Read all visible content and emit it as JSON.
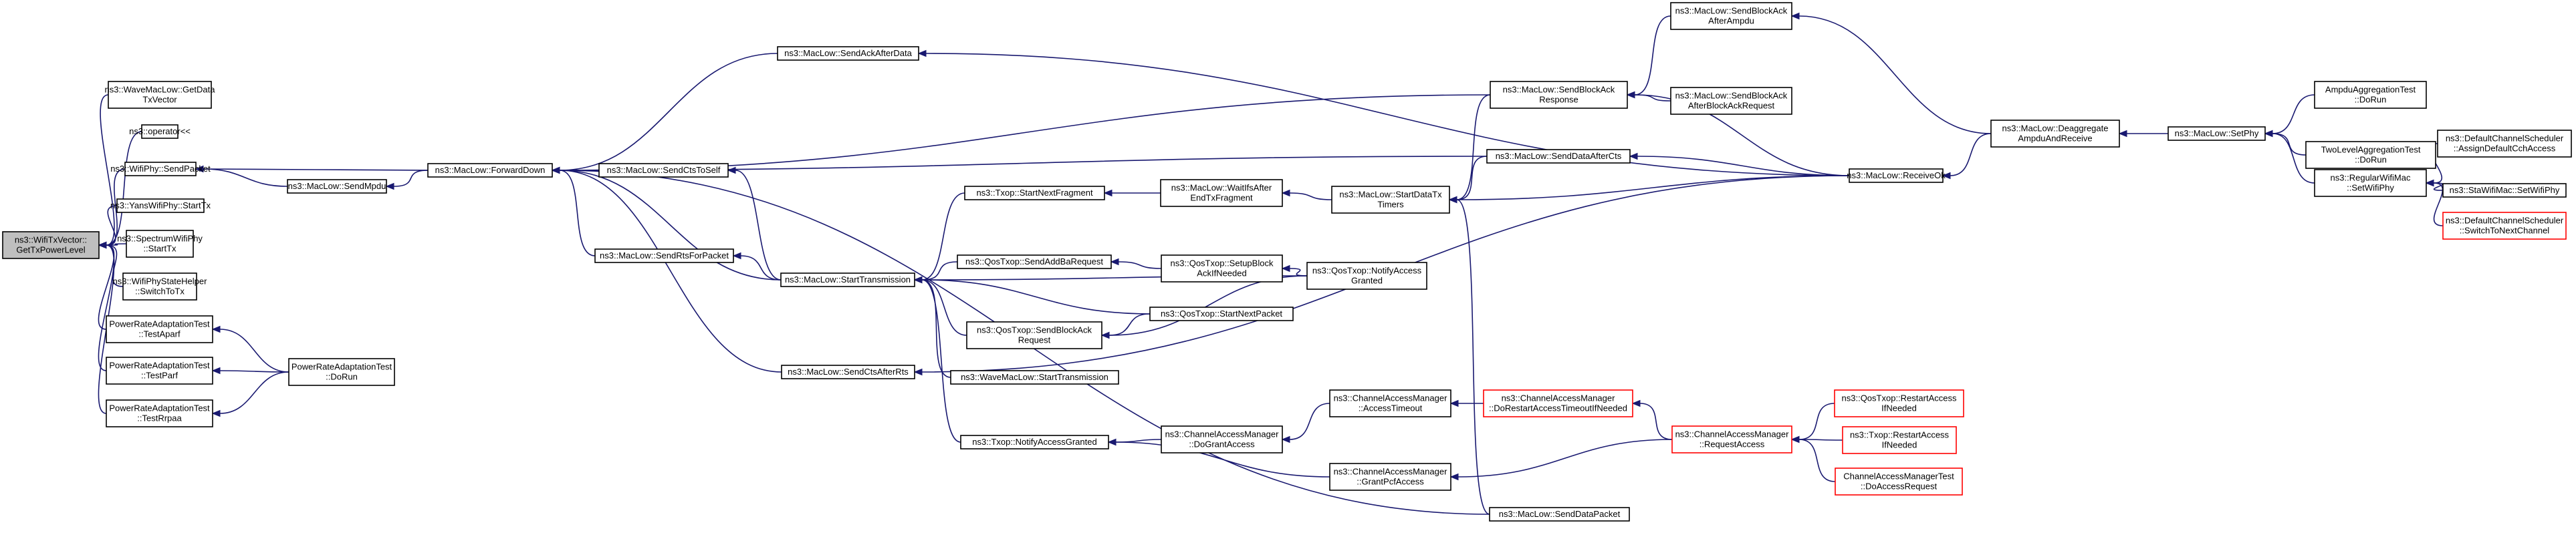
{
  "colors": {
    "edge": "#191970",
    "node_border": "#000000",
    "node_border_truncated": "#ff0000",
    "node_fill": "#ffffff",
    "root_fill": "#bfbfbf"
  },
  "nodes": [
    {
      "id": "root",
      "lines": [
        "ns3::WifiTxVector::",
        "GetTxPowerLevel"
      ],
      "root": true
    },
    {
      "id": "wave_getdata",
      "lines": [
        "ns3::WaveMacLow::GetData",
        "TxVector"
      ]
    },
    {
      "id": "operator",
      "lines": [
        "ns3::operator<<"
      ]
    },
    {
      "id": "wifiphy_sendpacket",
      "lines": [
        "ns3::WifiPhy::SendPacket"
      ]
    },
    {
      "id": "yans_starttx",
      "lines": [
        "ns3::YansWifiPhy::StartTx"
      ]
    },
    {
      "id": "spectrum_starttx",
      "lines": [
        "ns3::SpectrumWifiPhy",
        "::StartTx"
      ]
    },
    {
      "id": "state_switchtotx",
      "lines": [
        "ns3::WifiPhyStateHelper",
        "::SwitchToTx"
      ]
    },
    {
      "id": "pra_testaparf",
      "lines": [
        "PowerRateAdaptationTest",
        "::TestAparf"
      ]
    },
    {
      "id": "pra_testparf",
      "lines": [
        "PowerRateAdaptationTest",
        "::TestParf"
      ]
    },
    {
      "id": "pra_testrrpaa",
      "lines": [
        "PowerRateAdaptationTest",
        "::TestRrpaa"
      ]
    },
    {
      "id": "pra_dorun",
      "lines": [
        "PowerRateAdaptationTest",
        "::DoRun"
      ]
    },
    {
      "id": "maclow_sendmpdu",
      "lines": [
        "ns3::MacLow::SendMpdu"
      ]
    },
    {
      "id": "maclow_forwarddown",
      "lines": [
        "ns3::MacLow::ForwardDown"
      ]
    },
    {
      "id": "maclow_sendackafterdata",
      "lines": [
        "ns3::MacLow::SendAckAfterData"
      ]
    },
    {
      "id": "maclow_sendctstoself",
      "lines": [
        "ns3::MacLow::SendCtsToSelf"
      ]
    },
    {
      "id": "maclow_sendrtsforpacket",
      "lines": [
        "ns3::MacLow::SendRtsForPacket"
      ]
    },
    {
      "id": "maclow_starttransmission",
      "lines": [
        "ns3::MacLow::StartTransmission"
      ]
    },
    {
      "id": "maclow_sendctsafterrts",
      "lines": [
        "ns3::MacLow::SendCtsAfterRts"
      ]
    },
    {
      "id": "txop_startnextfragment",
      "lines": [
        "ns3::Txop::StartNextFragment"
      ]
    },
    {
      "id": "qostxop_sendaddbarequest",
      "lines": [
        "ns3::QosTxop::SendAddBaRequest"
      ]
    },
    {
      "id": "qostxop_sendblockackrequest",
      "lines": [
        "ns3::QosTxop::SendBlockAck",
        "Request"
      ]
    },
    {
      "id": "wavemaclow_starttransmission",
      "lines": [
        "ns3::WaveMacLow::StartTransmission"
      ]
    },
    {
      "id": "txop_notifyaccessgranted",
      "lines": [
        "ns3::Txop::NotifyAccessGranted"
      ]
    },
    {
      "id": "maclow_waitifsafterendtxfragment",
      "lines": [
        "ns3::MacLow::WaitIfsAfter",
        "EndTxFragment"
      ]
    },
    {
      "id": "qostxop_setupblockackifneeded",
      "lines": [
        "ns3::QosTxop::SetupBlock",
        "AckIfNeeded"
      ]
    },
    {
      "id": "qostxop_startnextpacket",
      "lines": [
        "ns3::QosTxop::StartNextPacket"
      ]
    },
    {
      "id": "qostxop_notifyaccessgranted",
      "lines": [
        "ns3::QosTxop::NotifyAccess",
        "Granted"
      ]
    },
    {
      "id": "cam_dograntaccess",
      "lines": [
        "ns3::ChannelAccessManager",
        "::DoGrantAccess"
      ]
    },
    {
      "id": "cam_accesstimeout",
      "lines": [
        "ns3::ChannelAccessManager",
        "::AccessTimeout"
      ]
    },
    {
      "id": "cam_grantpcfaccess",
      "lines": [
        "ns3::ChannelAccessManager",
        "::GrantPcfAccess"
      ]
    },
    {
      "id": "maclow_sendblockackafterampdu",
      "lines": [
        "ns3::MacLow::SendBlockAck",
        "AfterAmpdu"
      ]
    },
    {
      "id": "maclow_sendblockackresponse",
      "lines": [
        "ns3::MacLow::SendBlockAck",
        "Response"
      ]
    },
    {
      "id": "maclow_senddataafterrts",
      "lines": [
        "ns3::MacLow::SendDataAfterCts"
      ]
    },
    {
      "id": "maclow_startdatatxtimers",
      "lines": [
        "ns3::MacLow::StartDataTx",
        "Timers"
      ]
    },
    {
      "id": "maclow_senddatapacket",
      "lines": [
        "ns3::MacLow::SendDataPacket"
      ]
    },
    {
      "id": "maclow_sendblockackafterblockackrequest",
      "lines": [
        "ns3::MacLow::SendBlockAck",
        "AfterBlockAckRequest"
      ]
    },
    {
      "id": "cam_dorestartaccesstimeoutifneeded",
      "lines": [
        "ns3::ChannelAccessManager",
        "::DoRestartAccessTimeoutIfNeeded"
      ],
      "truncated": true
    },
    {
      "id": "maclow_receiveok",
      "lines": [
        "ns3::MacLow::ReceiveOk"
      ]
    },
    {
      "id": "cam_requestaccess",
      "lines": [
        "ns3::ChannelAccessManager",
        "::RequestAccess"
      ],
      "truncated": true
    },
    {
      "id": "maclow_deaggregateampduandreceive",
      "lines": [
        "ns3::MacLow::Deaggregate",
        "AmpduAndReceive"
      ]
    },
    {
      "id": "qostxop_restartaccessifneeded",
      "lines": [
        "ns3::QosTxop::RestartAccess",
        "IfNeeded"
      ],
      "truncated": true
    },
    {
      "id": "txop_restartaccessifneeded",
      "lines": [
        "ns3::Txop::RestartAccess",
        "IfNeeded"
      ],
      "truncated": true
    },
    {
      "id": "camtest_doaccessrequest",
      "lines": [
        "ChannelAccessManagerTest",
        "::DoAccessRequest"
      ],
      "truncated": true
    },
    {
      "id": "maclow_setphy",
      "lines": [
        "ns3::MacLow::SetPhy"
      ]
    },
    {
      "id": "ampdu_dorun",
      "lines": [
        "AmpduAggregationTest",
        "::DoRun"
      ]
    },
    {
      "id": "twolevel_dorun",
      "lines": [
        "TwoLevelAggregationTest",
        "::DoRun"
      ]
    },
    {
      "id": "regularwifimac_setwifiphy",
      "lines": [
        "ns3::RegularWifiMac",
        "::SetWifiPhy"
      ]
    },
    {
      "id": "dcs_assigndefaultchaccess",
      "lines": [
        "ns3::DefaultChannelScheduler",
        "::AssignDefaultCchAccess"
      ]
    },
    {
      "id": "stawifimac_setwifiphy",
      "lines": [
        "ns3::StaWifiMac::SetWifiPhy"
      ]
    },
    {
      "id": "dcs_switchtonextchannel",
      "lines": [
        "ns3::DefaultChannelScheduler",
        "::SwitchToNextChannel"
      ],
      "truncated": true
    }
  ]
}
